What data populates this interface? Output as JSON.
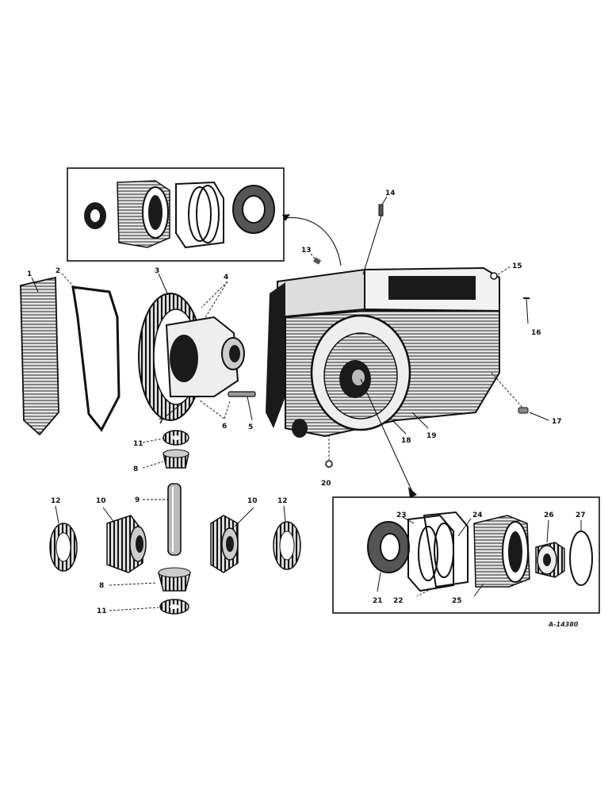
{
  "figure": {
    "id_label": "A-14380"
  },
  "callouts": {
    "c1": "1",
    "c2": "2",
    "c3": "3",
    "c4": "4",
    "c5": "5",
    "c6": "6",
    "c7": "7",
    "c8a": "8",
    "c8b": "8",
    "c9": "9",
    "c10a": "10",
    "c10b": "10",
    "c11a": "11",
    "c11b": "11",
    "c12a": "12",
    "c12b": "12",
    "c13": "13",
    "c14": "14",
    "c15": "15",
    "c16": "16",
    "c17": "17",
    "c18": "18",
    "c19": "19",
    "c20": "20",
    "c21": "21",
    "c22": "22",
    "c23": "23",
    "c24": "24",
    "c25": "25",
    "c26": "26",
    "c27": "27"
  },
  "colors": {
    "ink": "#111111",
    "paper": "#ffffff"
  }
}
